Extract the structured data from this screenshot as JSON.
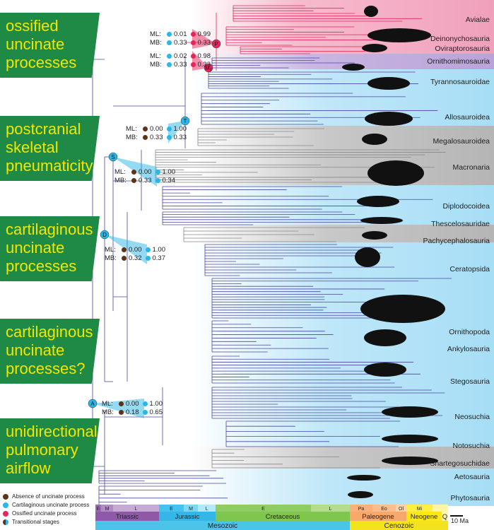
{
  "traits": [
    {
      "id": "ossified",
      "lines": [
        "ossified",
        "uncinate",
        "processes"
      ]
    },
    {
      "id": "pneumaticity",
      "lines": [
        "postcranial",
        "skeletal",
        "pneumaticity"
      ]
    },
    {
      "id": "cartilaginous",
      "lines": [
        "cartilaginous",
        "uncinate",
        "processes"
      ]
    },
    {
      "id": "cartilaginous-q",
      "lines": [
        "cartilaginous",
        "uncinate",
        "processes?"
      ]
    },
    {
      "id": "airflow",
      "lines": [
        "unidirectional",
        "pulmonary",
        "airflow"
      ]
    }
  ],
  "nodes": [
    {
      "id": "A",
      "label": "A",
      "state": "cartilaginous"
    },
    {
      "id": "D",
      "label": "D",
      "state": "cartilaginous"
    },
    {
      "id": "S",
      "label": "S",
      "state": "cartilaginous"
    },
    {
      "id": "T",
      "label": "T",
      "state": "cartilaginous"
    },
    {
      "id": "M",
      "label": "M₂",
      "state": "ossified"
    },
    {
      "id": "P",
      "label": "P",
      "state": "ossified"
    }
  ],
  "support": [
    {
      "node": "P",
      "ml": [
        "0.01",
        "0.99"
      ],
      "mb": [
        "0.33",
        "0.33"
      ],
      "ml_cols": [
        "cartilaginous",
        "ossified"
      ],
      "mb_cols": [
        "cartilaginous",
        "ossified"
      ]
    },
    {
      "node": "M",
      "ml": [
        "0.02",
        "0.98"
      ],
      "mb": [
        "0.33",
        "0.33"
      ],
      "ml_cols": [
        "cartilaginous",
        "ossified"
      ],
      "mb_cols": [
        "cartilaginous",
        "ossified"
      ]
    },
    {
      "node": "T",
      "ml": [
        "0.00",
        "1.00"
      ],
      "mb": [
        "0.33",
        "0.33"
      ],
      "ml_cols": [
        "absence",
        "cartilaginous"
      ],
      "mb_cols": [
        "absence",
        "cartilaginous"
      ]
    },
    {
      "node": "S",
      "ml": [
        "0.00",
        "1.00"
      ],
      "mb": [
        "0.33",
        "0.34"
      ],
      "ml_cols": [
        "absence",
        "cartilaginous"
      ],
      "mb_cols": [
        "absence",
        "cartilaginous"
      ]
    },
    {
      "node": "D",
      "ml": [
        "0.00",
        "1.00"
      ],
      "mb": [
        "0.32",
        "0.37"
      ],
      "ml_cols": [
        "absence",
        "cartilaginous"
      ],
      "mb_cols": [
        "absence",
        "cartilaginous"
      ]
    },
    {
      "node": "A",
      "ml": [
        "0.00",
        "1.00"
      ],
      "mb": [
        "0.18",
        "0.65"
      ],
      "ml_cols": [
        "absence",
        "cartilaginous"
      ],
      "mb_cols": [
        "absence",
        "cartilaginous"
      ]
    }
  ],
  "support_labels": {
    "ml": "ML:",
    "mb": "MB:"
  },
  "clades": [
    {
      "name": "Avialae",
      "band": "pink"
    },
    {
      "name": "Deinonychosauria",
      "band": "pink"
    },
    {
      "name": "Oviraptorosauria",
      "band": "pink"
    },
    {
      "name": "Ornithomimosauria",
      "band": "purple"
    },
    {
      "name": "Tyrannosauroidae",
      "band": "blue"
    },
    {
      "name": "Allosauroidea",
      "band": "blue"
    },
    {
      "name": "Megalosauroidea",
      "band": "grey"
    },
    {
      "name": "Macronaria",
      "band": "grey"
    },
    {
      "name": "Diplodocoidea",
      "band": "blue"
    },
    {
      "name": "Thescelosauridae",
      "band": "blue"
    },
    {
      "name": "Pachycephalosauria",
      "band": "grey"
    },
    {
      "name": "Ceratopsida",
      "band": "blue"
    },
    {
      "name": "Ornithopoda",
      "band": "blue"
    },
    {
      "name": "Ankylosauria",
      "band": "blue"
    },
    {
      "name": "Stegosauria",
      "band": "blue"
    },
    {
      "name": "Neosuchia",
      "band": "blue"
    },
    {
      "name": "Notosuchia",
      "band": "blue"
    },
    {
      "name": "Shartegosuchidae",
      "band": "grey"
    },
    {
      "name": "Aetosauria",
      "band": "blue"
    },
    {
      "name": "Phytosauria",
      "band": "blue"
    }
  ],
  "legend": [
    {
      "label": "Absence of uncinate process",
      "color": "#5c3317"
    },
    {
      "label": "Cartilaginous uncinate process",
      "color": "#29b6e8"
    },
    {
      "label": "Ossified uncinate process",
      "color": "#e8245a"
    },
    {
      "label": "Transitional stages",
      "color": "#5c3317"
    }
  ],
  "colors": {
    "absence": "#5c3317",
    "cartilaginous": "#29b6e8",
    "ossified": "#e8245a",
    "trait_bg": "#1f8a45",
    "trait_text": "#f2e600",
    "branch_base": "#4b47a0",
    "branch_pink": "#e8245a",
    "band_pink": "#f6b3c8",
    "band_purple": "#c9b6e2",
    "band_blue": "#bfe7f8",
    "band_grey": "#c8c8c8"
  },
  "timescale": {
    "periods": [
      {
        "label": "Triassic",
        "color": "#8e5aa8"
      },
      {
        "label": "Jurassic",
        "color": "#34b6e6"
      },
      {
        "label": "Cretaceous",
        "color": "#7fc64e"
      },
      {
        "label": "Paleogene",
        "color": "#f7a96c"
      },
      {
        "label": "Neogene",
        "color": "#ffe619"
      },
      {
        "label": "Q",
        "color": "#fff7b0"
      }
    ],
    "epochs": [
      {
        "label": "E",
        "color": "#9b6cb3"
      },
      {
        "label": "M",
        "color": "#b28ac4"
      },
      {
        "label": "L",
        "color": "#c7a9d6"
      },
      {
        "label": "E",
        "color": "#46c2ee"
      },
      {
        "label": "M",
        "color": "#7dd6f3"
      },
      {
        "label": "L",
        "color": "#b4e7f8"
      },
      {
        "label": "E",
        "color": "#8fcc63"
      },
      {
        "label": "L",
        "color": "#b5dc8e"
      },
      {
        "label": "Pa",
        "color": "#f9b07a"
      },
      {
        "label": "Eo",
        "color": "#fbbf8f"
      },
      {
        "label": "Ol",
        "color": "#fdd2a9"
      },
      {
        "label": "Mi",
        "color": "#fff040"
      },
      {
        "label": "",
        "color": "#fff7a6"
      }
    ],
    "eras": [
      {
        "label": "Mesozoic",
        "color": "#4cc3e8"
      },
      {
        "label": "Cenozoic",
        "color": "#f2e31e"
      }
    ],
    "scale_label": "10 Ma"
  }
}
